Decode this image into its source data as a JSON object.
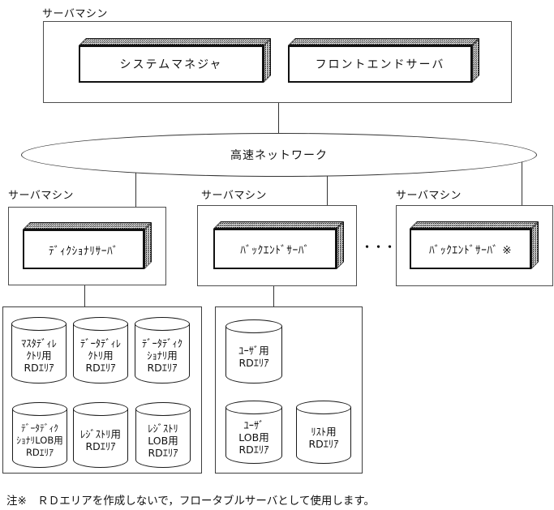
{
  "top_machine": {
    "label": "サーバマシン",
    "system_manager": "システムマネジャ",
    "front_end_server": "フロントエンドサーバ"
  },
  "network": {
    "label": "高速ネットワーク"
  },
  "machines": [
    {
      "label": "サーバマシン",
      "server": "ﾃﾞｨｸｼｮﾅﾘｻｰﾊﾞ"
    },
    {
      "label": "サーバマシン",
      "server": "ﾊﾞｯｸｴﾝﾄﾞｻｰﾊﾞ"
    },
    {
      "label": "サーバマシン",
      "server": "ﾊﾞｯｸｴﾝﾄﾞｻｰﾊﾞ ※"
    }
  ],
  "ellipsis": "・・・",
  "rd_groups": [
    {
      "cylinders": [
        {
          "text": "ﾏｽﾀﾃﾞｨﾚ\nｸﾄﾘ用\nRDｴﾘｱ"
        },
        {
          "text": "ﾃﾞｰﾀﾃﾞｨﾚ\nｸﾄﾘ用\nRDｴﾘｱ"
        },
        {
          "text": "ﾃﾞｰﾀﾃﾞｨｸ\nｼｮﾅﾘ用\nRDｴﾘｱ"
        },
        {
          "text": "ﾃﾞｰﾀﾃﾞｨｸ\nｼｮﾅﾘLOB用\nRDｴﾘｱ"
        },
        {
          "text": "ﾚｼﾞｽﾄﾘ用\nRDｴﾘｱ"
        },
        {
          "text": "ﾚｼﾞｽﾄﾘ\nLOB用\nRDｴﾘｱ"
        }
      ]
    },
    {
      "cylinders": [
        {
          "text": "ﾕｰｻﾞ用\nRDｴﾘｱ"
        },
        {
          "text": "ﾕｰｻﾞ\nLOB用\nRDｴﾘｱ"
        },
        {
          "text": "ﾘｽﾄ用\nRDｴﾘｱ"
        }
      ]
    }
  ],
  "note": "注※　ＲＤエリアを作成しないで，フロータブルサーバとして使用します。"
}
